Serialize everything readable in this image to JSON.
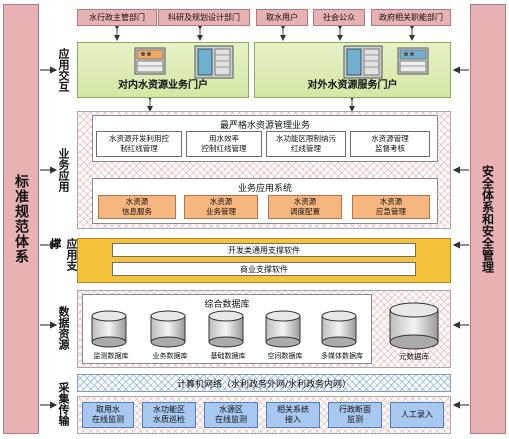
{
  "left_pillar": "标准规范体系",
  "right_pillar": "安全体系和安全管理",
  "layers": {
    "app_interaction": "应用交互",
    "business_app": "业务应用",
    "app_support": "应用支撑",
    "data_resource": "数据资源",
    "collection": "采集传输"
  },
  "users": [
    "水行政主管部门",
    "科研及规划设计部门",
    "取水用户",
    "社会公众",
    "政府相关职能部门"
  ],
  "portals": {
    "internal": "对内水资源业务门户",
    "external": "对外水资源服务门户"
  },
  "strictest": {
    "title": "最严格水资源管理业务",
    "items": [
      [
        "水资源开发利用控",
        "制红线管理"
      ],
      [
        "用水效率",
        "控制红线管理"
      ],
      [
        "水功能区限制纳污",
        "红线管理"
      ],
      [
        "水资源管理",
        "监督考核"
      ]
    ]
  },
  "business_system": {
    "title": "业务应用系统",
    "items": [
      [
        "水资源",
        "信息服务"
      ],
      [
        "水资源",
        "业务管理"
      ],
      [
        "水资源",
        "调度配置"
      ],
      [
        "水资源",
        "应急管理"
      ]
    ]
  },
  "support": {
    "general": "开发类通用支撑软件",
    "commercial": "商业支撑软件"
  },
  "data": {
    "title": "综合数据库",
    "databases": [
      "监测数据库",
      "业务数据库",
      "基础数据库",
      "空间数据库",
      "多媒体数据库"
    ],
    "meta": "元数据库"
  },
  "network": "计算机网络（水利政务外网/水利政务内网）",
  "collection": [
    [
      "取用水",
      "在线监测"
    ],
    [
      "水功能区",
      "水质巡检"
    ],
    [
      "水源区",
      "在线监测"
    ],
    [
      "相关系统",
      "接入"
    ],
    [
      "行政断面",
      "监测"
    ],
    [
      "人工录入",
      ""
    ]
  ],
  "colors": {
    "pillar": "#e8b1b3",
    "portal": "#d3e7a6",
    "orange": "#f6b680",
    "blue": "#a9c8ef",
    "support": "#f7c23b"
  }
}
